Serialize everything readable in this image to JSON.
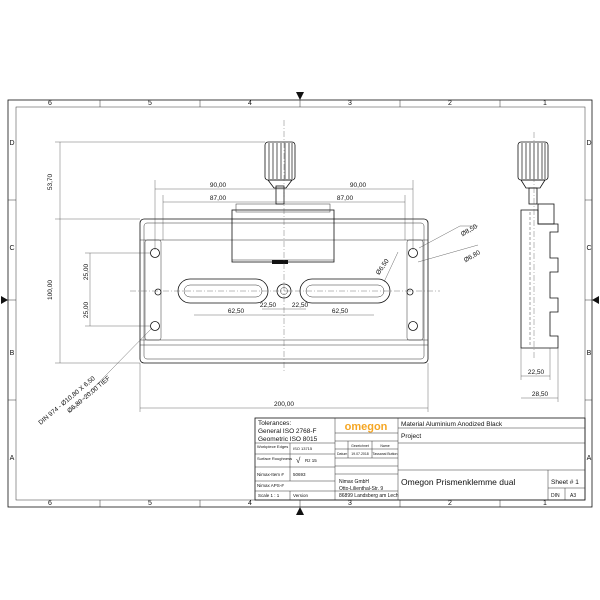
{
  "frame": {
    "columns_top": [
      "6",
      "5",
      "4",
      "3",
      "2",
      "1"
    ],
    "columns_bottom": [
      "6",
      "5",
      "4",
      "3",
      "2",
      "1"
    ],
    "rows_left": [
      "D",
      "C",
      "B",
      "A"
    ],
    "rows_right": [
      "D",
      "C",
      "B",
      "A"
    ]
  },
  "dimensions": {
    "overall_height": "53,70",
    "left_span": "90,00",
    "right_span": "90,00",
    "left_inner": "87,00",
    "right_inner": "87,00",
    "height": "100,00",
    "upper_offset": "25,00",
    "lower_offset": "25,00",
    "slot_left": "62,50",
    "slot_right": "62,50",
    "center_left": "22,50",
    "center_right": "22,50",
    "width": "200,00",
    "side_width_inner": "22,50",
    "side_width_outer": "28,50",
    "hole_dia_1": "Ø8,50",
    "hole_dia_2": "Ø6,80",
    "slot_dia": "Ø6,50",
    "thread_note_1": "Ø6,80 -20,00 TIEF",
    "thread_note_2": "DIN 974 - Ø10,80 X 6,50"
  },
  "title_block": {
    "tolerances_label": "Tolerances:",
    "general": "General ISO 2768-F",
    "geometric": "Geometric ISO 8015",
    "workpiece_edges_label": "Workpiece Edges",
    "workpiece_edges_value": "ISO 13715",
    "surface_label": "Surface Roughness",
    "surface_value": "Rz 15",
    "nimax_item_label": "Nimax-Item #",
    "nimax_item_value": "50693",
    "nimax_aps_label": "Nimax APS-#",
    "scale": "Scale 1 : 1",
    "version_label": "Version",
    "logo": "omegon",
    "col_drawn": "Gezeichnet",
    "col_name": "Name",
    "row_date": "Datum",
    "date_value": "19.07.2018",
    "name_value": "Tassanai Button",
    "company_name": "Nimax GmbH",
    "company_street": "Otto-Lilienthal-Str. 9",
    "company_city": "86899 Landsberg am Lech",
    "material": "Material Aluminium Anodized Black",
    "project": "Project",
    "title": "Omegon Prismenklemme dual",
    "sheet": "Sheet # 1",
    "din": "DIN",
    "format": "A3"
  }
}
